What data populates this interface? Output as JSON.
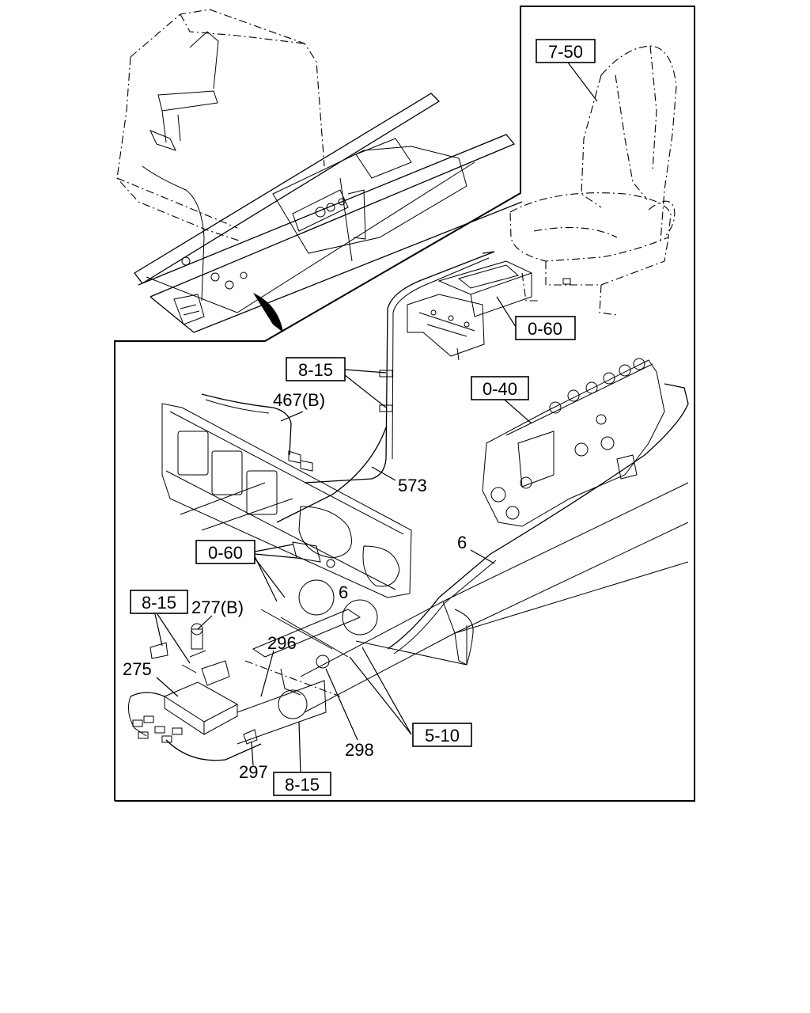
{
  "callouts": {
    "c_7_50": "7-50",
    "c_0_60_top": "0-60",
    "c_8_15_top": "8-15",
    "c_0_40": "0-40",
    "c_467b": "467(B)",
    "c_573": "573",
    "c_6_right": "6",
    "c_0_60_mid": "0-60",
    "c_6_mid": "6",
    "c_8_15_left": "8-15",
    "c_277b": "277(B)",
    "c_296": "296",
    "c_275": "275",
    "c_5_10": "5-10",
    "c_298": "298",
    "c_297": "297",
    "c_8_15_bottom": "8-15"
  }
}
